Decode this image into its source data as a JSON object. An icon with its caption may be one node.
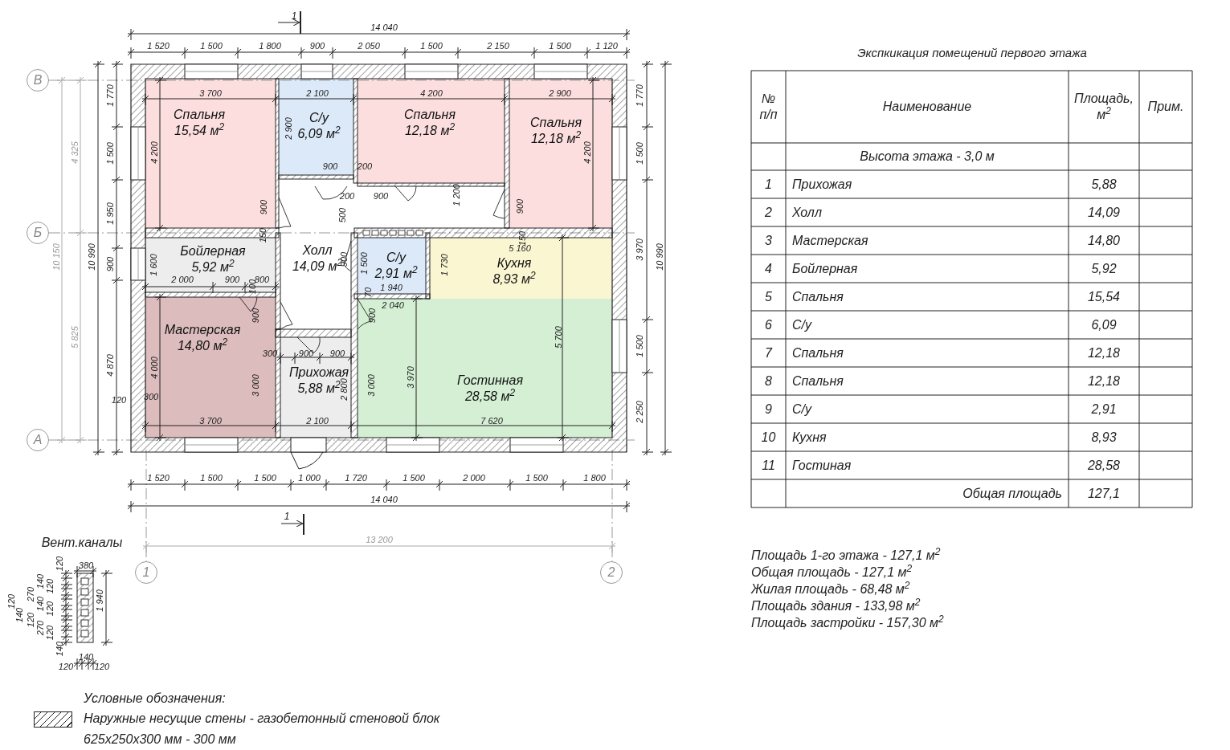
{
  "diagram": {
    "nodes": [
      {
        "text": [
          "Спальня",
          "15,54 м$^{2}$"
        ]
      },
      {
        "text": [
          "С/у",
          "6,09 м$^{2}$"
        ]
      },
      {
        "text": [
          "Спальня",
          "12,18 м$^{2}$"
        ]
      },
      {
        "text": [
          "Спальня",
          "12,18 м$^{2}$"
        ]
      },
      {
        "text": [
          "Бойлерная",
          "5,92 м$^{2}$"
        ]
      },
      {
        "text": [
          "Холл",
          "14,09 м$^{2}$"
        ]
      },
      {
        "text": [
          "С/у",
          "2,91 м$^{2}$"
        ]
      },
      {
        "text": [
          "Кухня",
          "8,93 м$^{2}$"
        ]
      },
      {
        "text": [
          "Мастерская",
          "14,80 м$^{2}$"
        ]
      },
      {
        "text": [
          "Прихожая",
          "5,88 м$^{2}$"
        ]
      },
      {
        "text": [
          "Гостинная",
          "28,58 м$^{2}$"
        ]
      },
      {
        "text": [
          "В"
        ]
      },
      {
        "text": [
          "Б"
        ]
      },
      {
        "text": [
          "А"
        ]
      },
      {
        "text": [
          "1"
        ]
      },
      {
        "text": [
          "2"
        ]
      }
    ],
    "labels": [
      "1",
      "14 040",
      "1 520",
      "1 500",
      "1 800",
      "900",
      "2 050",
      "1 500",
      "2 150",
      "1 500",
      "1 120",
      "4 325",
      "10 150",
      "5 825",
      "10 990",
      "1 770",
      "1 500",
      "1 950",
      "900",
      "4 870",
      "1 770",
      "1 500",
      "3 970",
      "1 500",
      "2 250",
      "10 990",
      "3 700",
      "2 100",
      "4 200",
      "2 900",
      "4 200",
      "2 900",
      "900",
      "200",
      "200",
      "900",
      "900",
      "500",
      "1 200",
      "900",
      "4 200",
      "150",
      "150",
      "5 160",
      "1 600",
      "900",
      "1 500",
      "1 730",
      "2 000",
      "900",
      "800",
      "100",
      "1 940",
      "70",
      "2 040",
      "900",
      "900",
      "300",
      "900",
      "900",
      "4 000",
      "3 000",
      "2 800",
      "3 000",
      "3 970",
      "5 700",
      "120",
      "300",
      "3 700",
      "2 100",
      "7 620",
      "1 520",
      "1 500",
      "1 500",
      "1 000",
      "1 720",
      "1 500",
      "2 000",
      "1 500",
      "1 800",
      "14 040",
      "1",
      "13 200",
      "Вент.каналы",
      "380",
      "120",
      "140",
      "120",
      "270",
      "120",
      "140",
      "120",
      "140",
      "120",
      "270",
      "120",
      "140",
      "1 940",
      "140",
      "120",
      "120",
      "Условные обозначения:",
      "Экспкикация помещений первого этажа",
      "№ п/п",
      "Наименование",
      "Площадь, м$^{2}$",
      "Прим.",
      "Высота этажа - 3,0 м",
      "1",
      "Прихожая",
      "5,88",
      "2",
      "Холл",
      "14,09",
      "3",
      "Мастерская",
      "14,80",
      "4",
      "Бойлерная",
      "5,92",
      "5",
      "Спальня",
      "15,54",
      "6",
      "С/у",
      "6,09",
      "7",
      "Спальня",
      "12,18",
      "8",
      "Спальня",
      "12,18",
      "9",
      "С/у",
      "2,91",
      "10",
      "Кухня",
      "8,93",
      "11",
      "Гостиная",
      "28,58",
      "Общая площадь",
      "127,1",
      "Площадь 1-го этажа - 127,1 м$^{2}$",
      "Общая площадь - 127,1 м$^{2}$",
      "Жилая площадь - 68,48 м$^{2}$",
      "Площадь здания - 133,98 м$^{2}$",
      "Площадь застройки - 157,30 м$^{2}$"
    ],
    "legend": [
      {
        "text": "Наружные несущие стены - газобетонный стеновой блок 625x250x300 мм - 300 мм"
      }
    ]
  }
}
